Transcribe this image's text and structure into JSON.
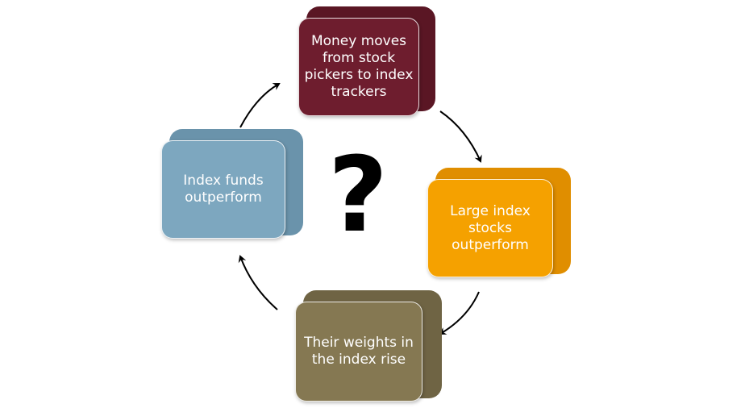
{
  "diagram": {
    "center_symbol": "?",
    "steps": [
      {
        "id": "top",
        "label": "Money moves from stock pickers to index trackers",
        "color": "#6e1d2e"
      },
      {
        "id": "right",
        "label": "Large index stocks outperform",
        "color": "#f5a100"
      },
      {
        "id": "bottom",
        "label": "Their weights in the index rise",
        "color": "#857852"
      },
      {
        "id": "left",
        "label": "Index funds outperform",
        "color": "#7da7bf"
      }
    ],
    "arrow_color": "#000000"
  }
}
